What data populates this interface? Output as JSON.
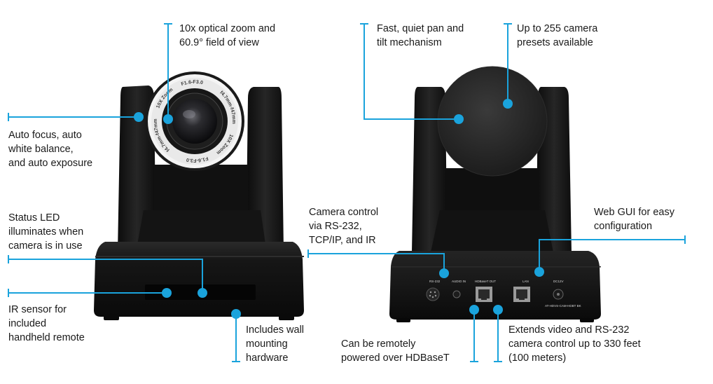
{
  "accent_color": "#1aa3dc",
  "camera_front": {
    "lens_ring_text": [
      "F1.6-F3.0",
      "f4.7mm-f47mm",
      "10X Zoom",
      "F1.6-F3.0",
      "f4.7mm-f47mm",
      "10X Zoom"
    ]
  },
  "camera_back": {
    "ports": {
      "rs232": "RS-232",
      "audio_in": "AUDIO IN",
      "hdbaset_out": "HDBaseT OUT",
      "lan": "LAN",
      "dc12v": "DC12V",
      "model": "AT-HDVS-CAM-HDBT BK"
    }
  },
  "callouts": {
    "optical_zoom": "10x optical zoom and\n60.9° field of view",
    "auto_focus": "Auto focus, auto\nwhite balance,\nand auto exposure",
    "status_led": "Status LED\nilluminates when\ncamera is in use",
    "ir_sensor": "IR sensor for\nincluded\nhandheld remote",
    "wall_mount": "Includes wall\nmounting\nhardware",
    "pan_tilt": "Fast, quiet pan and\ntilt mechanism",
    "presets": "Up to 255 camera\npresets available",
    "camera_control": "Camera control\nvia RS-232,\nTCP/IP, and IR",
    "web_gui": "Web GUI for easy\nconfiguration",
    "remote_power": "Can be remotely\npowered over HDBaseT",
    "extends_video": "Extends video and RS-232\ncamera control up to 330 feet\n(100 meters)"
  }
}
